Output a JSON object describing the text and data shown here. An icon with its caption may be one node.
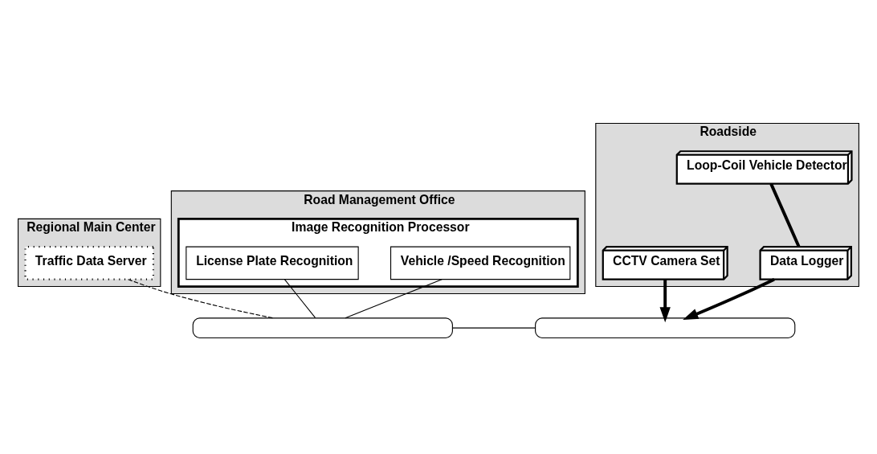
{
  "diagram": {
    "nodes": [
      {
        "text": [
          "Regional Main Center"
        ]
      },
      {
        "text": [
          "Traffic Data Server"
        ],
        "in": 0
      },
      {
        "text": [
          "Road Management Office"
        ]
      },
      {
        "text": [
          "Image Recognition Processor"
        ],
        "in": 2
      },
      {
        "text": [
          "Vehicle /Speed Recognition"
        ],
        "in": 3
      },
      {
        "text": [
          "License Plate Recognition"
        ],
        "in": 3
      },
      {
        "text": [
          "Roadside"
        ]
      },
      {
        "text": [
          "Loop-Coil Vehicle Detector"
        ],
        "in": 6
      },
      {
        "text": [
          "CCTV Camera Set"
        ],
        "in": 6
      },
      {
        "text": [
          "Data Logger"
        ],
        "in": 6
      },
      {
        "text": [],
        "shape": "box"
      },
      {
        "text": [],
        "shape": "box"
      }
    ],
    "edges": [
      {
        "from": 1,
        "to": 10,
        "arrow": "none",
        "style": "dashed"
      },
      {
        "from": 4,
        "to": 10,
        "arrow": "none"
      },
      {
        "from": 5,
        "to": 10,
        "arrow": "none"
      },
      {
        "from": 10,
        "to": 11,
        "arrow": "none"
      },
      {
        "from": 7,
        "to": 9,
        "arrow": "none",
        "style": "thick"
      },
      {
        "from": 8,
        "to": 11,
        "arrow": "to",
        "style": "thick"
      },
      {
        "from": 9,
        "to": 11,
        "arrow": "to",
        "style": "thick"
      }
    ]
  }
}
